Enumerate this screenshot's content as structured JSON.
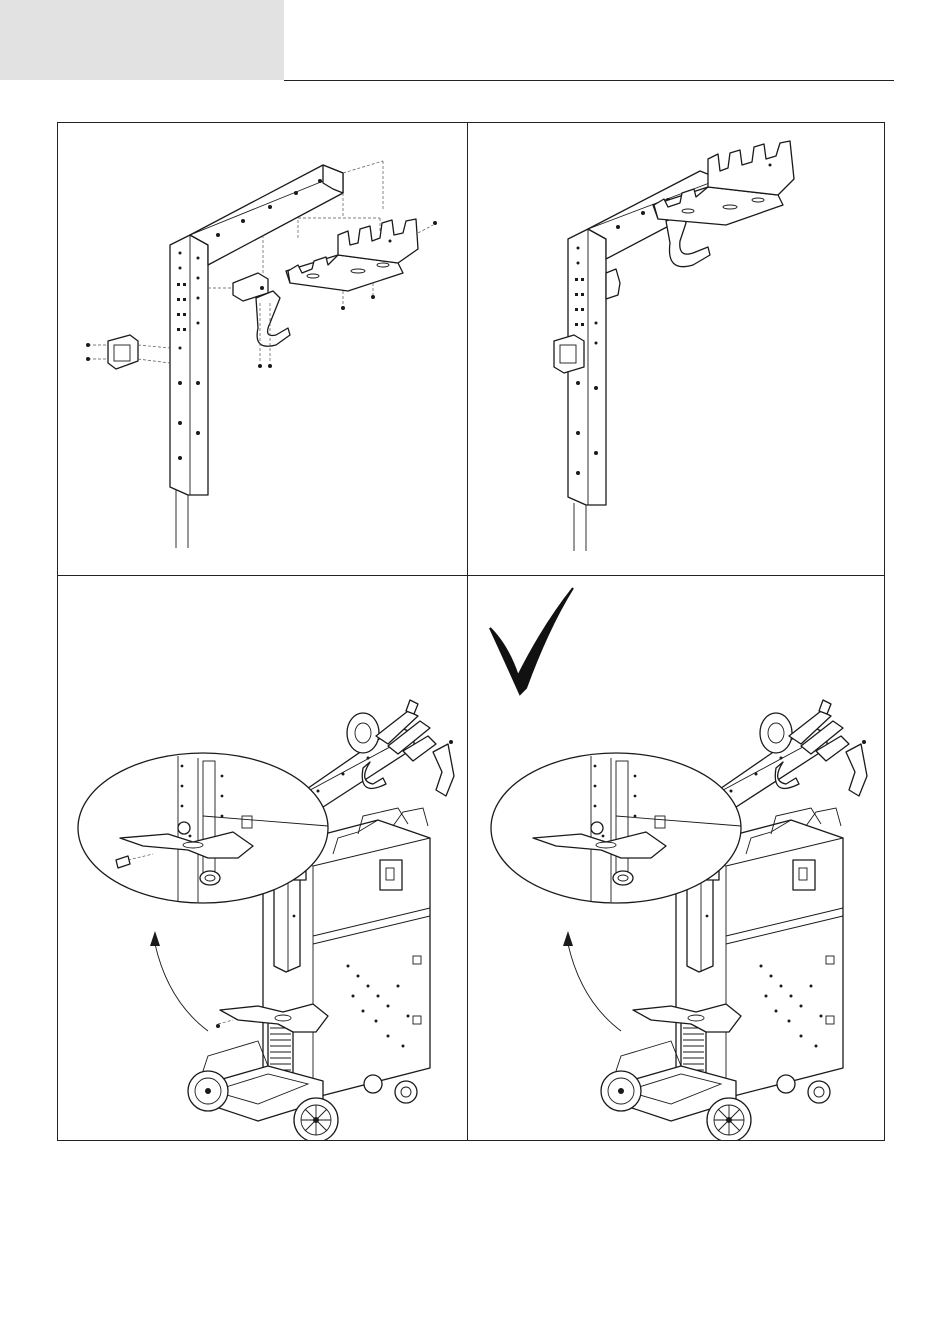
{
  "page": {
    "header_tab_color": "#e2e2e2",
    "line_color": "#1a1a1a"
  },
  "figures": [
    {
      "id": "step-1",
      "depicts": "exploded-bracket-assembly"
    },
    {
      "id": "step-2",
      "depicts": "assembled-bracket"
    },
    {
      "id": "step-3",
      "depicts": "cart-with-plate-insertion"
    },
    {
      "id": "step-4",
      "depicts": "cart-with-plate-installed",
      "icon": "checkmark-icon"
    }
  ]
}
